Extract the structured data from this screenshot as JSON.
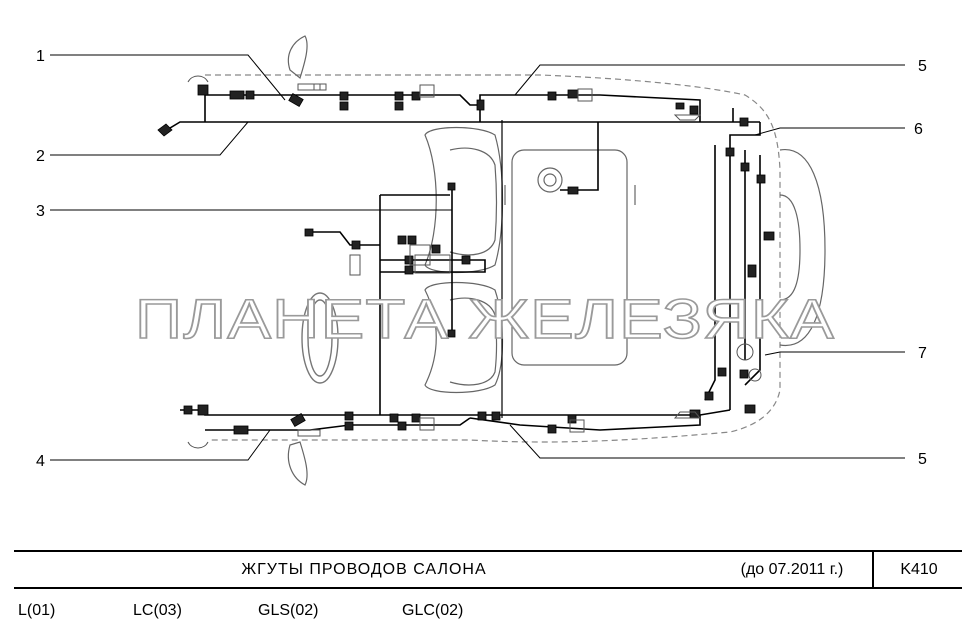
{
  "diagram": {
    "callouts": [
      "1",
      "2",
      "3",
      "4",
      "5",
      "5",
      "6",
      "7"
    ],
    "watermark": "ПЛАНЕТА ЖЕЛЕЗЯКА"
  },
  "title_block": {
    "title": "ЖГУТЫ  ПРОВОДОВ  САЛОНА",
    "date_note": "(до 07.2011 г.)",
    "code": "K410"
  },
  "models": [
    "L(01)",
    "LC(03)",
    "GLS(02)",
    "GLC(02)"
  ]
}
